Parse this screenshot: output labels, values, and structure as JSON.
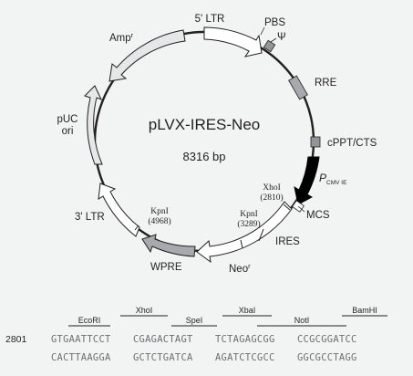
{
  "plasmid": {
    "name": "pLVX-IRES-Neo",
    "size": "8316 bp"
  },
  "features": {
    "ltr5": "5' LTR",
    "pbs": "PBS",
    "psi": "Ψ",
    "rre": "RRE",
    "cppt": "cPPT/CTS",
    "pcmv_p": "P",
    "pcmv_sub": "CMV IE",
    "mcs": "MCS",
    "ires": "IRES",
    "neo": "Neo",
    "neo_sup": "r",
    "wpre": "WPRE",
    "ltr3": "3' LTR",
    "puc1": "pUC",
    "puc2": "ori",
    "amp": "Amp",
    "amp_sup": "r"
  },
  "sites": {
    "xhoi_name": "XhoI",
    "xhoi_pos": "(2810)",
    "kpni1_name": "KpnI",
    "kpni1_pos": "(3289)",
    "kpni2_name": "KpnI",
    "kpni2_pos": "(4968)"
  },
  "sequence": {
    "start": "2801",
    "enzymes": [
      "EcoRI",
      "XhoI",
      "SpeI",
      "XbaI",
      "NotI",
      "BamHI"
    ],
    "top": [
      "GTGAATTCCT",
      "CGAGACTAGT",
      "TCTAGAGCGG",
      "CCGCGGATCC"
    ],
    "bottom": [
      "CACTTAAGGA",
      "GCTCTGATCA",
      "AGATCTCGCC",
      "GGCGCCTAGG"
    ]
  },
  "colors": {
    "background": "#f2f3f3",
    "line": "#231f20",
    "feature_fill": "#e6e7e8",
    "feature_dark": "#a7a9ac",
    "box_fill": "#939598",
    "cmv_fill": "#000000"
  }
}
